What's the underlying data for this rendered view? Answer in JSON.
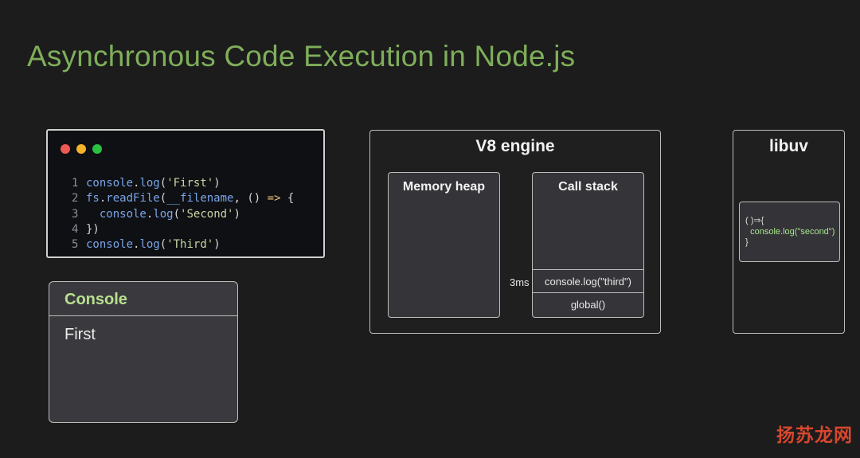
{
  "title": "Asynchronous Code Execution in Node.js",
  "code_window": {
    "lines": [
      {
        "num": "1",
        "parts": [
          [
            "fn",
            "console"
          ],
          [
            "p",
            "."
          ],
          [
            "fn",
            "log"
          ],
          [
            "p",
            "("
          ],
          [
            "str",
            "'First'"
          ],
          [
            "p",
            ")"
          ]
        ]
      },
      {
        "num": "2",
        "parts": [
          [
            "fn",
            "fs"
          ],
          [
            "p",
            "."
          ],
          [
            "fn",
            "readFile"
          ],
          [
            "p",
            "("
          ],
          [
            "fn",
            "__filename"
          ],
          [
            "p",
            ", () "
          ],
          [
            "op",
            "=>"
          ],
          [
            "p",
            " {"
          ]
        ]
      },
      {
        "num": "3",
        "parts": [
          [
            "p",
            "  "
          ],
          [
            "fn",
            "console"
          ],
          [
            "p",
            "."
          ],
          [
            "fn",
            "log"
          ],
          [
            "p",
            "("
          ],
          [
            "str",
            "'Second'"
          ],
          [
            "p",
            ")"
          ]
        ]
      },
      {
        "num": "4",
        "parts": [
          [
            "p",
            "})"
          ]
        ]
      },
      {
        "num": "5",
        "parts": [
          [
            "fn",
            "console"
          ],
          [
            "p",
            "."
          ],
          [
            "fn",
            "log"
          ],
          [
            "p",
            "("
          ],
          [
            "str",
            "'Third'"
          ],
          [
            "p",
            ")"
          ]
        ]
      }
    ]
  },
  "console": {
    "title": "Console",
    "output": "First"
  },
  "v8": {
    "title": "V8 engine",
    "memory_heap": "Memory heap",
    "call_stack": {
      "title": "Call stack",
      "frames": [
        "console.log(\"third\")",
        "global()"
      ],
      "timer": "3ms"
    }
  },
  "libuv": {
    "title": "libuv",
    "callback": {
      "line1": "( )⇒{",
      "line2": "  console.log(\"second\")",
      "line3": "}"
    }
  },
  "watermark": "扬苏龙网",
  "colors": {
    "title": "#7fae5a",
    "console_title": "#b8e08e",
    "callback_code": "#a6e58a"
  }
}
